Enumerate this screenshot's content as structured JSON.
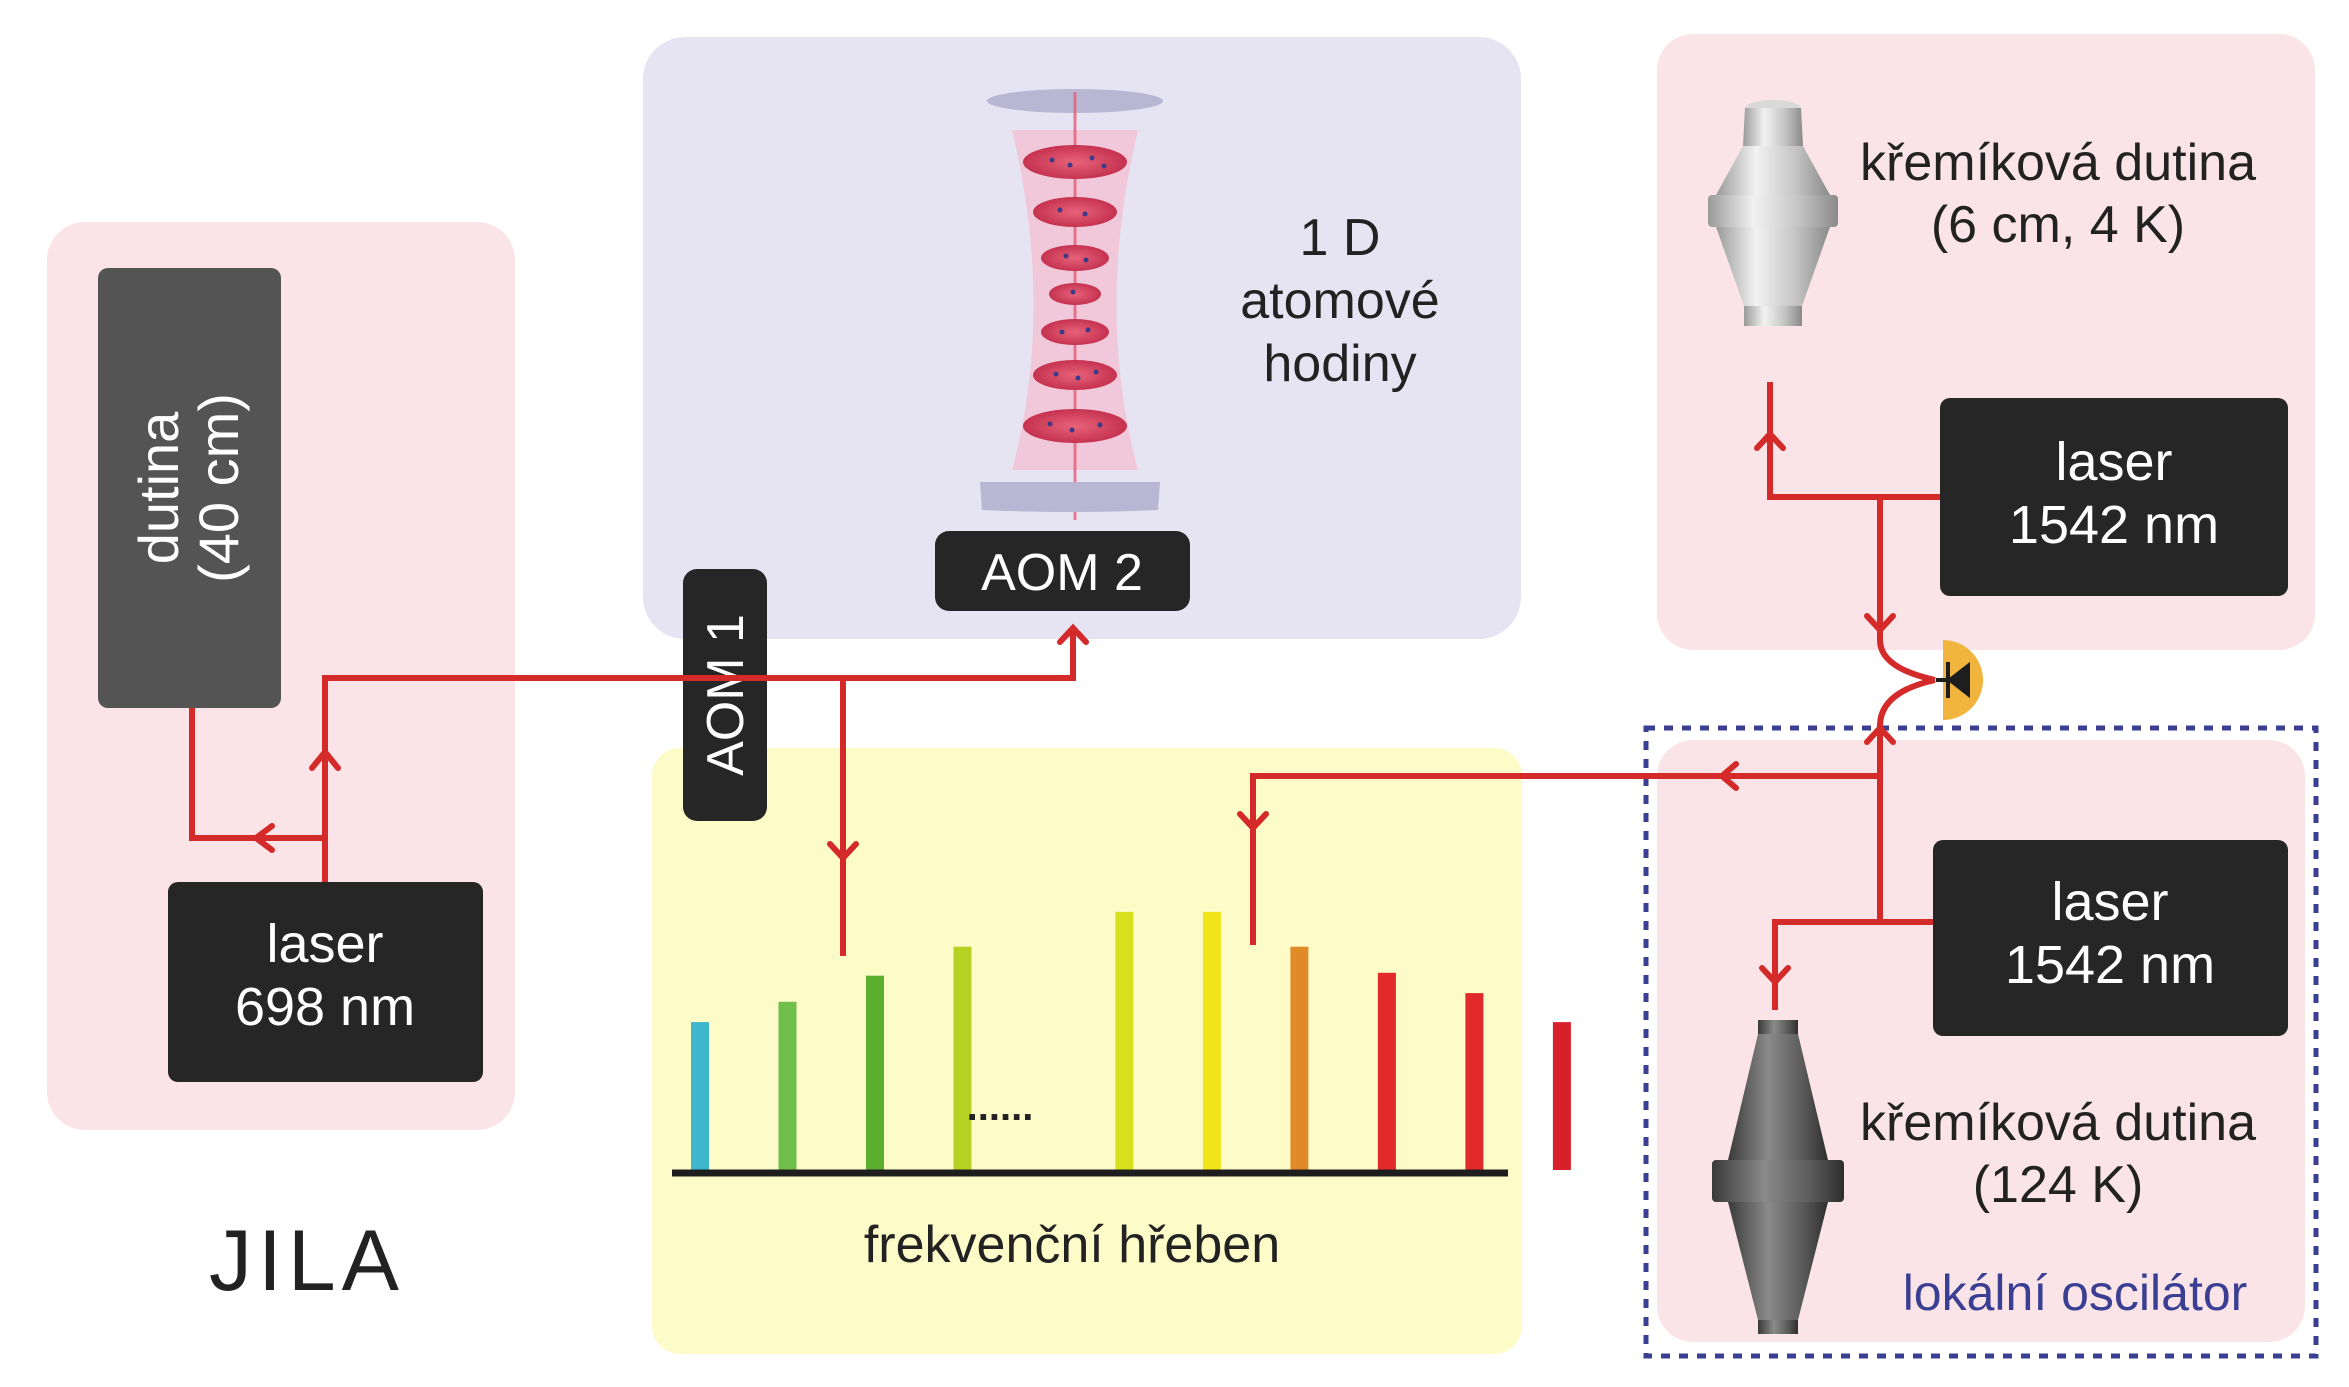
{
  "left_panel": {
    "cavity_label_line1": "dutina",
    "cavity_label_line2": "(40 cm)",
    "laser_label_line1": "laser",
    "laser_label_line2": "698 nm",
    "title": "JILA"
  },
  "clock_panel": {
    "label_line1": "1 D",
    "label_line2": "atomové",
    "label_line3": "hodiny",
    "aom2": "AOM 2"
  },
  "aom1": "AOM 1",
  "comb_panel": {
    "label": "frekvenční hřeben",
    "ellipsis": "......",
    "teeth_colors": [
      "#3fb6cc",
      "#6fbf4a",
      "#5cae2e",
      "#b7d024",
      "#d8df1c",
      "#f2e41a",
      "#e08a28",
      "#e22a2a",
      "#e22a2a",
      "#d8202a"
    ],
    "teeth_heights": [
      0.51,
      0.58,
      0.67,
      0.77,
      0.89,
      0.89,
      0.77,
      0.68,
      0.61,
      0.51
    ]
  },
  "right_top_panel": {
    "cavity_label_line1": "křemíková dutina",
    "cavity_label_line2": "(6 cm, 4 K)",
    "laser_label_line1": "laser",
    "laser_label_line2": "1542 nm"
  },
  "right_bottom_panel": {
    "laser_label_line1": "laser",
    "laser_label_line2": "1542 nm",
    "cavity_label_line1": "křemíková dutina",
    "cavity_label_line2": "(124 K)",
    "oscillator_label": "lokální oscilátor"
  },
  "colors": {
    "beam": "#d42a2a",
    "pink_panel": "#fbe4e7",
    "lavender_panel": "#e6e4f2",
    "yellow_panel": "#fdfbc8",
    "dark_box": "#262626",
    "cavity_box": "#555454",
    "detector": "#f1b43c",
    "dashed": "#3a3f94",
    "oscillator_text": "#3a3f94"
  }
}
